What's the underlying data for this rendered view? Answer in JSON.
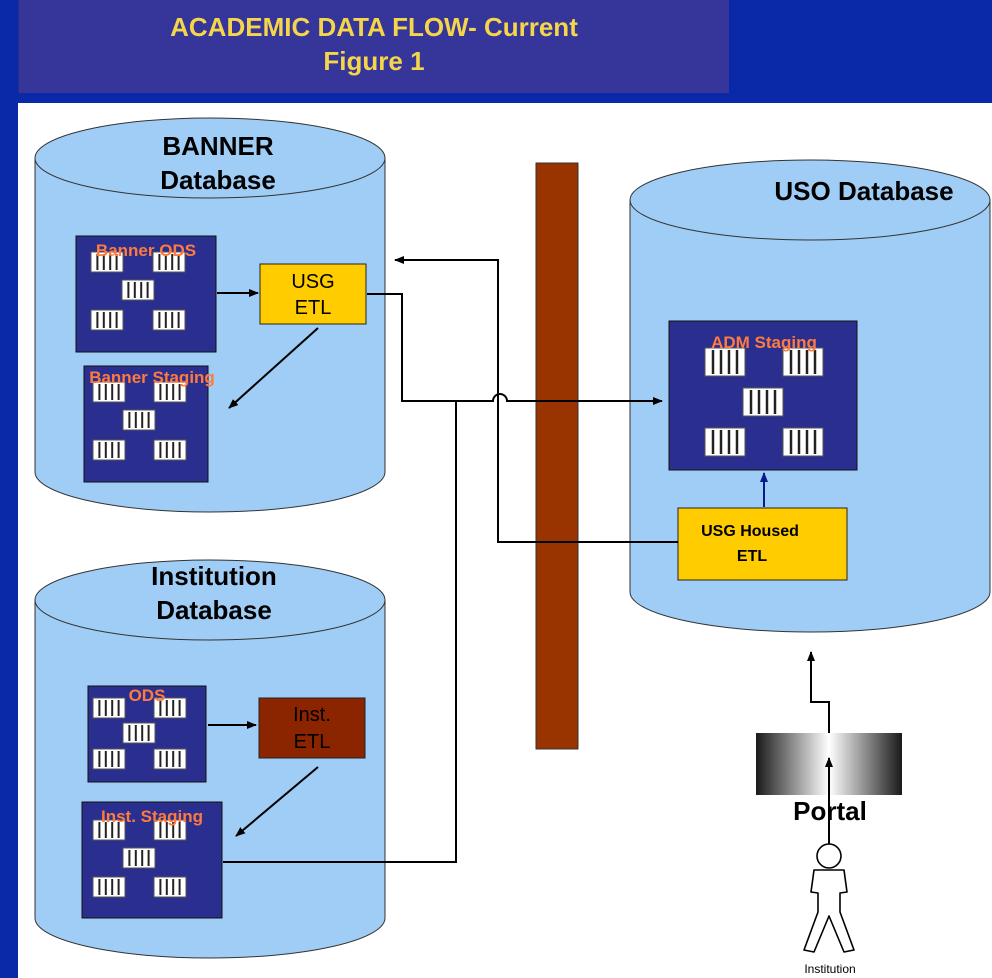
{
  "title": {
    "line1": "ACADEMIC DATA FLOW- Current",
    "line2": "Figure 1"
  },
  "banner_db": {
    "label_line1": "BANNER",
    "label_line2": "Database",
    "ods_label": "Banner ODS",
    "etl_line1": "USG",
    "etl_line2": "ETL",
    "staging_label": "Banner Staging"
  },
  "institution_db": {
    "label_line1": "Institution",
    "label_line2": "Database",
    "ods_label": "ODS",
    "etl_line1": "Inst.",
    "etl_line2": "ETL",
    "staging_label": "Inst. Staging"
  },
  "uso_db": {
    "label": "USO Database",
    "adm_label": "ADM Staging",
    "etl_line1": "USG Housed",
    "etl_line2": "ETL"
  },
  "portal": {
    "label": "Portal"
  },
  "user": {
    "label": "Institution"
  },
  "colors": {
    "background": "#0a29a8",
    "title_bar": "#35359a",
    "title_text": "#f5d54a",
    "cylinder_fill": "#9fcdf5",
    "table_box": "#2a2e8f",
    "orange_label": "#ff7a3d",
    "etl_yellow": "#ffcc00",
    "etl_brown": "#8b2500",
    "firewall": "#993300"
  }
}
